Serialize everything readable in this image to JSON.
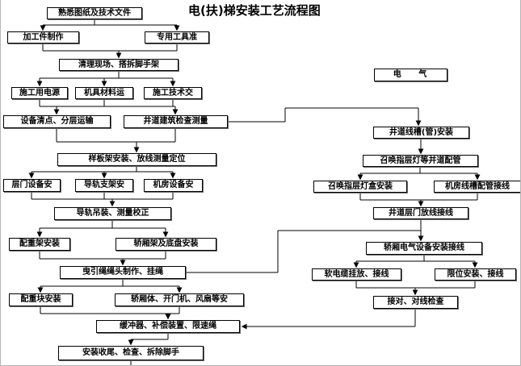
{
  "title": "电(扶)梯安装工艺流程图",
  "boxes": {
    "review_drawings": "熟悉图纸及技术文件",
    "make_parts": "加工件制作",
    "special_tools": "专用工具准",
    "clear_site": "清理现场、搭拆脚手架",
    "power": "施工用电源",
    "materials": "机具材料运",
    "briefing": "施工技术交",
    "equipment_sort": "设备清点、分层运输",
    "shaft_survey": "井道建筑检查测量",
    "template_frame": "样板架安装、放线测量定位",
    "landing_doors": "层门设备安",
    "rail_brackets": "导轨支架安",
    "machine_room": "机房设备安",
    "rail_hoist": "导轨吊装、测量校正",
    "cwt_frame": "配重架安装",
    "car_frame": "轿厢架及底盘安装",
    "rope_ends": "曳引绳绳头制作、挂绳",
    "cwt_blocks": "配重块安装",
    "car_body": "轿厢体、开门机、风扇等安",
    "buffers": "缓冲器、补偿装置、限速绳",
    "finishing": "安装收尾、检查、拆除脚手",
    "electric": "电 气",
    "shaft_trunking": "井道线槽(管)安装",
    "call_piping": "召唤指层灯等并道配管",
    "call_boxes": "召唤指层灯盒安装",
    "mr_wiring": "机房线槽配管接线",
    "door_wiring": "井道层门放线接线",
    "car_electric": "轿厢电气设备安装接线",
    "travel_cable": "软电缆挂放、接线",
    "limits": "限位安装、接线",
    "wire_check": "接对、对线检查"
  },
  "colors": {
    "line": "#000000",
    "box_border": "#000000",
    "background": "#ffffff"
  }
}
